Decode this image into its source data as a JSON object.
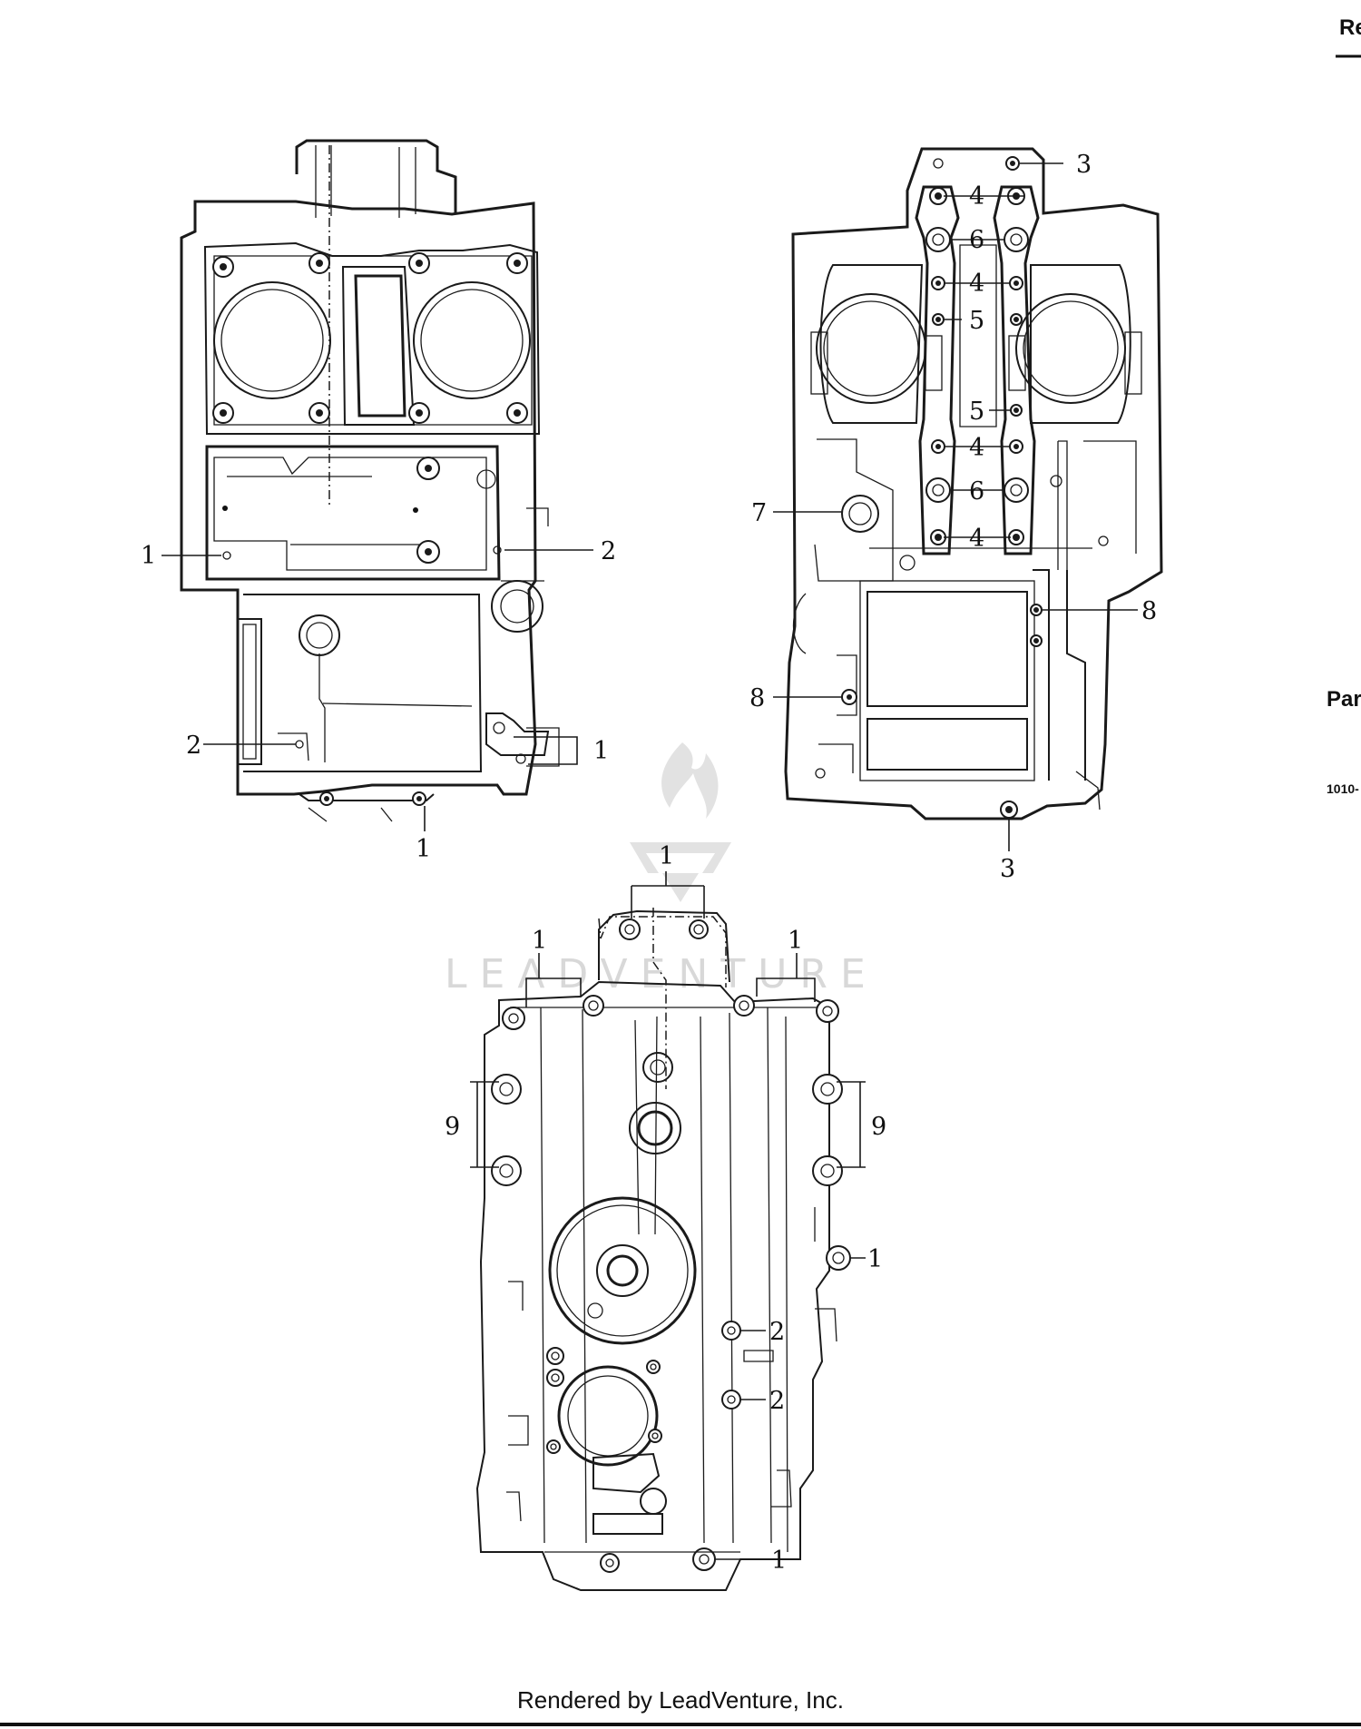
{
  "header": {
    "corner_text": "Re",
    "side_label": "Par",
    "side_code": "1010-"
  },
  "watermark": {
    "brand": "LEADVENTURE"
  },
  "footer": {
    "credit": "Rendered by LeadVenture, Inc."
  },
  "callouts": {
    "upper_left": [
      "1",
      "2",
      "2",
      "1",
      "1"
    ],
    "upper_right": [
      "3",
      "4",
      "6",
      "4",
      "5",
      "5",
      "4",
      "6",
      "4",
      "7",
      "8",
      "8",
      "3"
    ],
    "bottom": [
      "1",
      "1",
      "1",
      "9",
      "9",
      "1",
      "2",
      "2",
      "1"
    ]
  }
}
